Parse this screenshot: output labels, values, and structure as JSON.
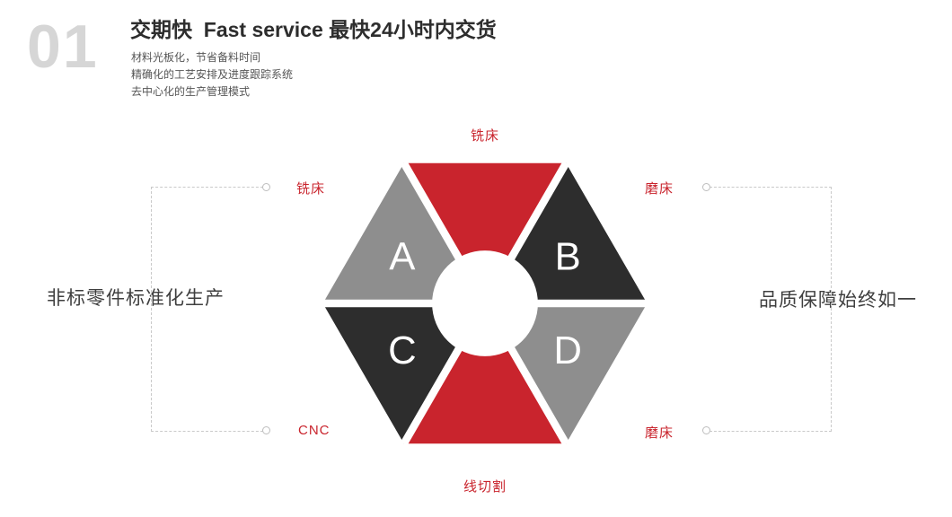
{
  "header": {
    "number": "01",
    "title": "交期快  Fast service 最快24小时内交货",
    "lines": [
      "材料光板化，节省备料时间",
      "精确化的工艺安排及进度跟踪系统",
      "去中心化的生产管理模式"
    ]
  },
  "side_text": {
    "left": "非标零件标准化生产",
    "right": "品质保障始终如一"
  },
  "diagram": {
    "labels": {
      "top": "铣床",
      "left_top": "铣床",
      "right_top": "磨床",
      "left_bottom": "CNC",
      "right_bottom": "磨床",
      "bottom": "线切割"
    },
    "letters": {
      "a": "A",
      "b": "B",
      "c": "C",
      "d": "D"
    },
    "colors": {
      "red": "#c9242d",
      "gray": "#8e8e8e",
      "dark": "#2d2d2d",
      "accent_text": "#c9242d"
    }
  }
}
